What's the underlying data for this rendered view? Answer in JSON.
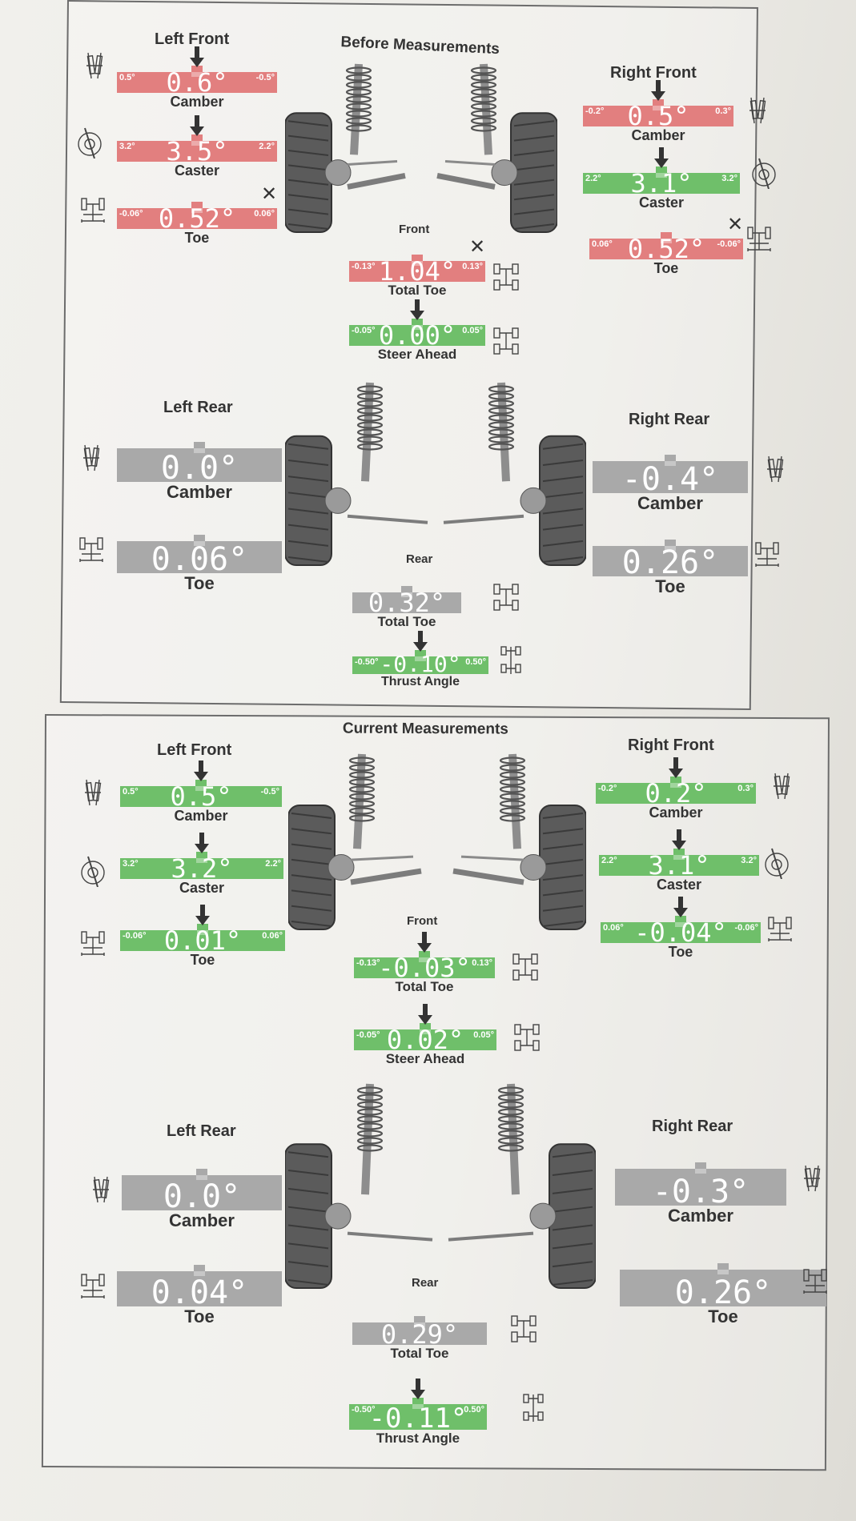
{
  "panels": [
    {
      "title": "Before Measurements",
      "axles": {
        "front": "Front",
        "rear": "Rear"
      },
      "sections": {
        "left_front": "Left Front",
        "right_front": "Right Front",
        "left_rear": "Left Rear",
        "right_rear": "Right Rear"
      },
      "gauges": [
        {
          "label": "Camber",
          "value": "0.6°",
          "min": "0.5°",
          "max": "-0.5°",
          "status": "bad",
          "marker": "arrow"
        },
        {
          "label": "Caster",
          "value": "3.5°",
          "min": "3.2°",
          "max": "2.2°",
          "status": "bad",
          "marker": "arrow"
        },
        {
          "label": "Toe",
          "value": "0.52°",
          "min": "-0.06°",
          "max": "0.06°",
          "status": "bad",
          "marker": "x"
        },
        {
          "label": "Camber",
          "value": "0.5°",
          "min": "-0.2°",
          "max": "0.3°",
          "status": "bad",
          "marker": "arrow"
        },
        {
          "label": "Caster",
          "value": "3.1°",
          "min": "2.2°",
          "max": "3.2°",
          "status": "good",
          "marker": "arrow"
        },
        {
          "label": "Toe",
          "value": "0.52°",
          "min": "0.06°",
          "max": "-0.06°",
          "status": "bad",
          "marker": "x"
        },
        {
          "label": "Total Toe",
          "value": "1.04°",
          "min": "-0.13°",
          "max": "0.13°",
          "status": "bad",
          "marker": "x"
        },
        {
          "label": "Steer Ahead",
          "value": "0.00°",
          "min": "-0.05°",
          "max": "0.05°",
          "status": "good",
          "marker": "arrow"
        },
        {
          "label": "Camber",
          "value": "0.0°",
          "min": "",
          "max": "",
          "status": "neutral",
          "marker": "none"
        },
        {
          "label": "Toe",
          "value": "0.06°",
          "min": "",
          "max": "",
          "status": "neutral",
          "marker": "none"
        },
        {
          "label": "Camber",
          "value": "-0.4°",
          "min": "",
          "max": "",
          "status": "neutral",
          "marker": "none"
        },
        {
          "label": "Toe",
          "value": "0.26°",
          "min": "",
          "max": "",
          "status": "neutral",
          "marker": "none"
        },
        {
          "label": "Total Toe",
          "value": "0.32°",
          "min": "",
          "max": "",
          "status": "neutral",
          "marker": "none"
        },
        {
          "label": "Thrust Angle",
          "value": "-0.10°",
          "min": "-0.50°",
          "max": "0.50°",
          "status": "good",
          "marker": "arrow"
        }
      ]
    },
    {
      "title": "Current Measurements",
      "axles": {
        "front": "Front",
        "rear": "Rear"
      },
      "sections": {
        "left_front": "Left Front",
        "right_front": "Right Front",
        "left_rear": "Left Rear",
        "right_rear": "Right Rear"
      },
      "gauges": [
        {
          "label": "Camber",
          "value": "0.5°",
          "min": "0.5°",
          "max": "-0.5°",
          "status": "good",
          "marker": "arrow"
        },
        {
          "label": "Caster",
          "value": "3.2°",
          "min": "3.2°",
          "max": "2.2°",
          "status": "good",
          "marker": "arrow"
        },
        {
          "label": "Toe",
          "value": "0.01°",
          "min": "-0.06°",
          "max": "0.06°",
          "status": "good",
          "marker": "arrow"
        },
        {
          "label": "Camber",
          "value": "0.2°",
          "min": "-0.2°",
          "max": "0.3°",
          "status": "good",
          "marker": "arrow"
        },
        {
          "label": "Caster",
          "value": "3.1°",
          "min": "2.2°",
          "max": "3.2°",
          "status": "good",
          "marker": "arrow"
        },
        {
          "label": "Toe",
          "value": "-0.04°",
          "min": "0.06°",
          "max": "-0.06°",
          "status": "good",
          "marker": "arrow"
        },
        {
          "label": "Total Toe",
          "value": "-0.03°",
          "min": "-0.13°",
          "max": "0.13°",
          "status": "good",
          "marker": "arrow"
        },
        {
          "label": "Steer Ahead",
          "value": "0.02°",
          "min": "-0.05°",
          "max": "0.05°",
          "status": "good",
          "marker": "arrow"
        },
        {
          "label": "Camber",
          "value": "0.0°",
          "min": "",
          "max": "",
          "status": "neutral",
          "marker": "none"
        },
        {
          "label": "Toe",
          "value": "0.04°",
          "min": "",
          "max": "",
          "status": "neutral",
          "marker": "none"
        },
        {
          "label": "Camber",
          "value": "-0.3°",
          "min": "",
          "max": "",
          "status": "neutral",
          "marker": "none"
        },
        {
          "label": "Toe",
          "value": "0.26°",
          "min": "",
          "max": "",
          "status": "neutral",
          "marker": "none"
        },
        {
          "label": "Total Toe",
          "value": "0.29°",
          "min": "",
          "max": "",
          "status": "neutral",
          "marker": "none"
        },
        {
          "label": "Thrust Angle",
          "value": "-0.11°",
          "min": "-0.50°",
          "max": "0.50°",
          "status": "good",
          "marker": "arrow"
        }
      ]
    }
  ],
  "colors": {
    "bad": "#e27f7f",
    "good": "#6fbf6a",
    "neutral": "#a9a9a9",
    "text": "#333333"
  },
  "icon_names": [
    "camber-icon",
    "caster-icon",
    "toe-icon",
    "total-toe-icon",
    "steer-ahead-icon",
    "thrust-angle-icon"
  ]
}
